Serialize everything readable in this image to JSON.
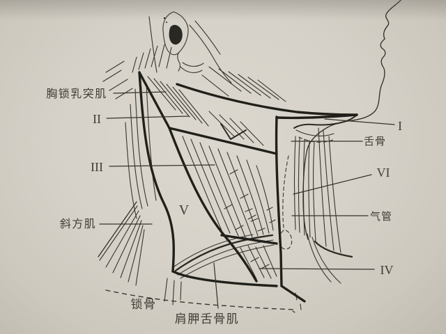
{
  "figure": {
    "labels": {
      "sternocleidomastoid": "胸锁乳突肌",
      "level_II": "II",
      "level_III": "III",
      "trapezius": "斜方肌",
      "level_V": "V",
      "level_I": "I",
      "hyoid_bone": "舌骨",
      "level_VI": "VI",
      "trachea": "气管",
      "level_IV": "IV",
      "clavicle": "锁骨",
      "omohyoid": "肩胛舌骨肌"
    },
    "colors": {
      "paper": "#d6d2c9",
      "ink": "#34312b",
      "bold_ink": "#201f1a",
      "label_text": "#403d35"
    }
  }
}
